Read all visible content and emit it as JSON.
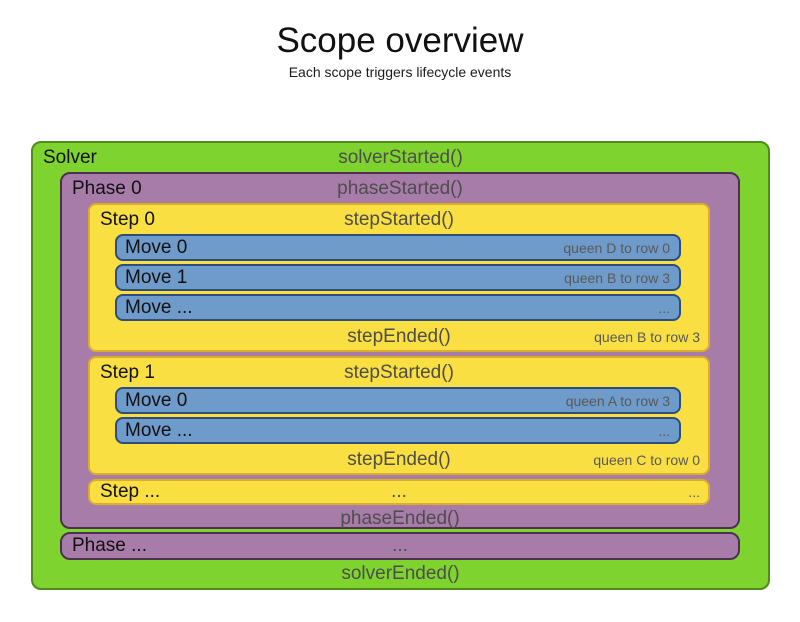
{
  "header": {
    "title": "Scope overview",
    "subtitle": "Each scope triggers lifecycle events"
  },
  "colors": {
    "solver_fill": "#7fd32e",
    "solver_border": "#4e8c1c",
    "phase_fill": "#a87ca9",
    "phase_border": "#4e3053",
    "step_fill": "#f9df42",
    "step_border": "#d9ae2b",
    "move_fill": "#6f9bcb",
    "move_border": "#2d4d7d",
    "event_text": "#4d4d4d",
    "annotation_text": "#595959"
  },
  "solver": {
    "label": "Solver",
    "started": "solverStarted()",
    "ended": "solverEnded()",
    "phases": [
      {
        "label": "Phase 0",
        "started": "phaseStarted()",
        "ended": "phaseEnded()",
        "steps": [
          {
            "label": "Step 0",
            "started": "stepStarted()",
            "ended": "stepEnded()",
            "ended_annotation": "queen B to row 3",
            "moves": [
              {
                "label": "Move 0",
                "annotation": "queen D to row 0"
              },
              {
                "label": "Move 1",
                "annotation": "queen B to row 3"
              },
              {
                "label": "Move ...",
                "annotation": "..."
              }
            ]
          },
          {
            "label": "Step 1",
            "started": "stepStarted()",
            "ended": "stepEnded()",
            "ended_annotation": "queen C to row 0",
            "moves": [
              {
                "label": "Move 0",
                "annotation": "queen A to row 3"
              },
              {
                "label": "Move ...",
                "annotation": "..."
              }
            ]
          }
        ],
        "step_more": {
          "label": "Step ...",
          "center": "...",
          "right": "..."
        }
      }
    ],
    "phase_more": {
      "label": "Phase ...",
      "center": "..."
    }
  }
}
